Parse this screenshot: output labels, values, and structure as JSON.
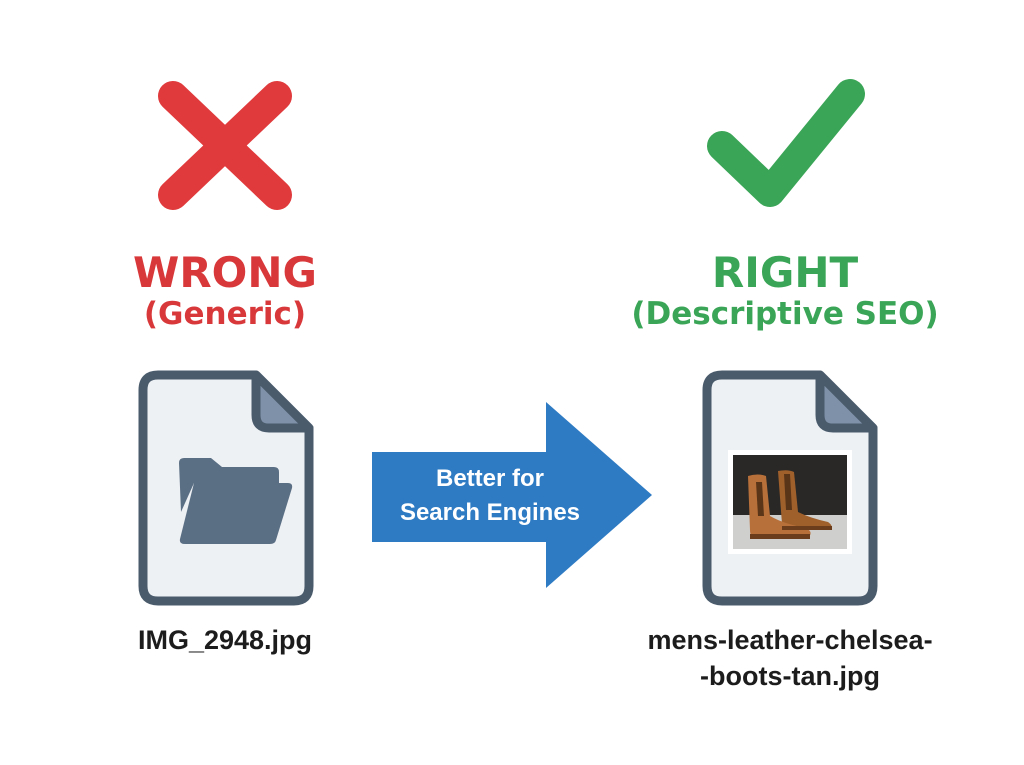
{
  "wrong": {
    "icon": "x-mark-icon",
    "title": "WRONG",
    "subtitle": "(Generic)",
    "file_icon": "folder-icon",
    "filename": "IMG_2948.jpg",
    "color": "#d9383a"
  },
  "arrow": {
    "line1": "Better for",
    "line2": "Search Engines",
    "color": "#2e7bc4"
  },
  "right": {
    "icon": "check-mark-icon",
    "title": "RIGHT",
    "subtitle": "(Descriptive SEO)",
    "file_icon": "boots-photo-thumbnail",
    "filename_line1": "mens-leather-chelsea-",
    "filename_line2": "-boots-tan.jpg",
    "color": "#3aa556"
  },
  "colors": {
    "file_outline": "#4a5b6c",
    "file_fill": "#eef1f4",
    "file_fold": "#7f91a8"
  }
}
